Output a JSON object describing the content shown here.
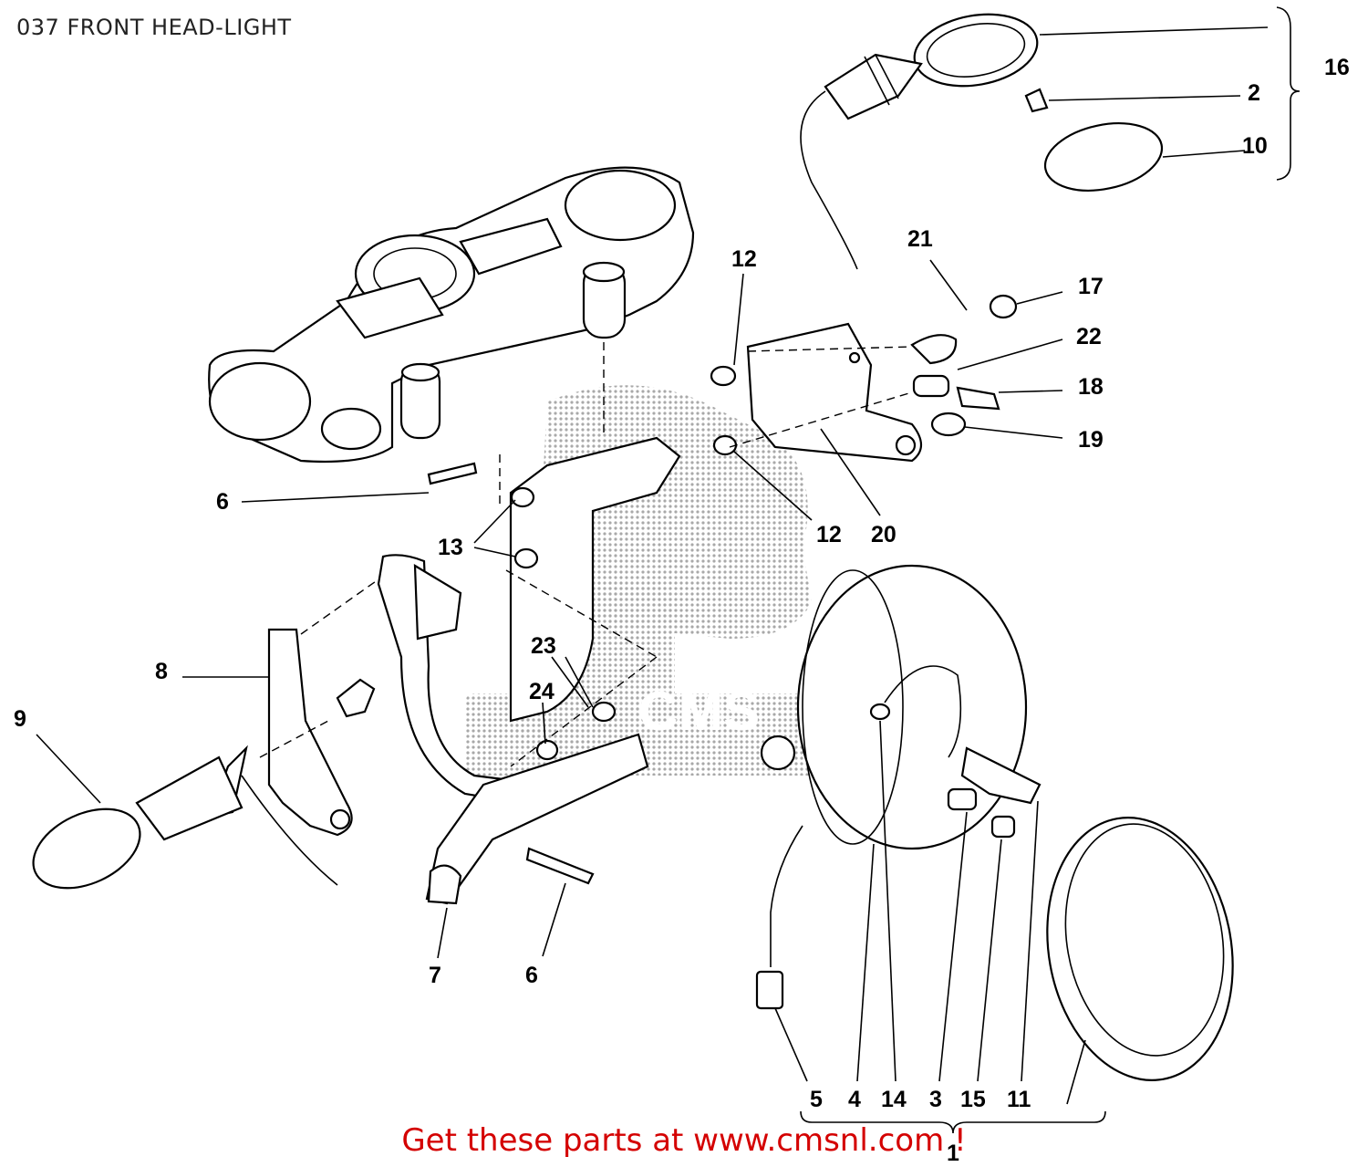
{
  "title": "037 FRONT HEAD-LIGHT",
  "footer": "Get these parts at www.cmsnl.com !",
  "watermark": {
    "text": "CMS",
    "color": "#9a9a9a"
  },
  "callouts": [
    {
      "id": "c16",
      "label": "16"
    },
    {
      "id": "c2",
      "label": "2"
    },
    {
      "id": "c10",
      "label": "10"
    },
    {
      "id": "c12a",
      "label": "12"
    },
    {
      "id": "c21",
      "label": "21"
    },
    {
      "id": "c17",
      "label": "17"
    },
    {
      "id": "c22",
      "label": "22"
    },
    {
      "id": "c18",
      "label": "18"
    },
    {
      "id": "c19",
      "label": "19"
    },
    {
      "id": "c6a",
      "label": "6"
    },
    {
      "id": "c13",
      "label": "13"
    },
    {
      "id": "c12b",
      "label": "12"
    },
    {
      "id": "c20",
      "label": "20"
    },
    {
      "id": "c8",
      "label": "8"
    },
    {
      "id": "c9",
      "label": "9"
    },
    {
      "id": "c23",
      "label": "23"
    },
    {
      "id": "c24",
      "label": "24"
    },
    {
      "id": "c7",
      "label": "7"
    },
    {
      "id": "c6b",
      "label": "6"
    },
    {
      "id": "c5",
      "label": "5"
    },
    {
      "id": "c4",
      "label": "4"
    },
    {
      "id": "c14",
      "label": "14"
    },
    {
      "id": "c3",
      "label": "3"
    },
    {
      "id": "c15",
      "label": "15"
    },
    {
      "id": "c11",
      "label": "11"
    },
    {
      "id": "c1",
      "label": "1"
    }
  ]
}
